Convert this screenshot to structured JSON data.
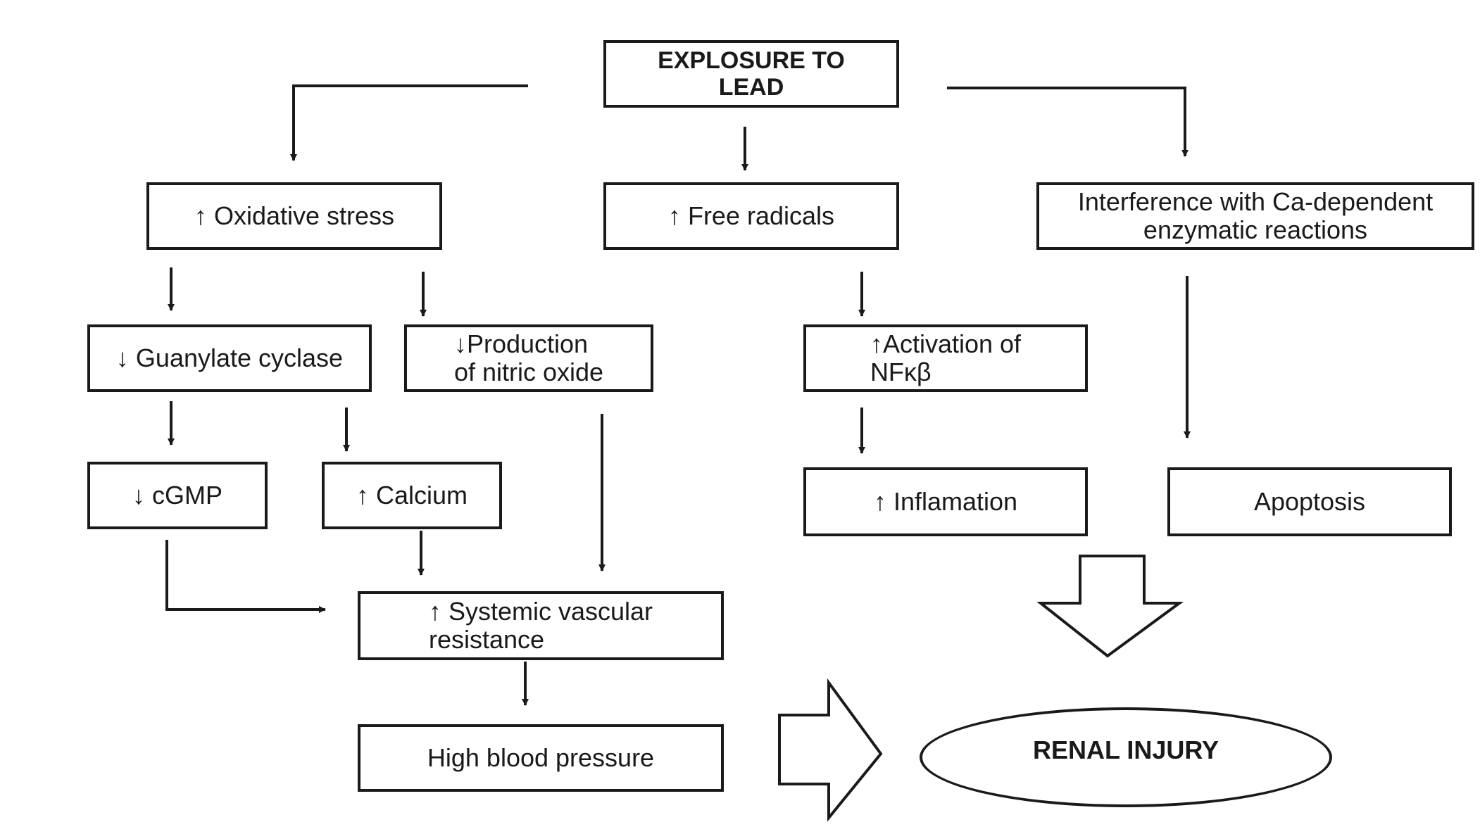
{
  "diagram": {
    "top": {
      "label": "EXPLOSURE TO\nLEAD"
    },
    "oxidative": {
      "label": "↑  Oxidative stress"
    },
    "free_radicals": {
      "label": "↑ Free radicals"
    },
    "interference": {
      "label": "Interference with Ca-dependent\nenzymatic reactions"
    },
    "guanylate": {
      "label": "↓ Guanylate cyclase"
    },
    "nitric_oxide": {
      "label": "↓Production\n of nitric oxide"
    },
    "nfkb": {
      "label": "↑Activation of\n     NFκβ"
    },
    "cgmp": {
      "label": "↓ cGMP"
    },
    "calcium": {
      "label": "↑ Calcium"
    },
    "inflammation": {
      "label": "↑    Inflamation"
    },
    "apoptosis": {
      "label": "Apoptosis"
    },
    "svr": {
      "label": "↑  Systemic vascular\n     resistance"
    },
    "hbp": {
      "label": "High blood pressure"
    },
    "renal": {
      "label": "RENAL INJURY"
    }
  }
}
